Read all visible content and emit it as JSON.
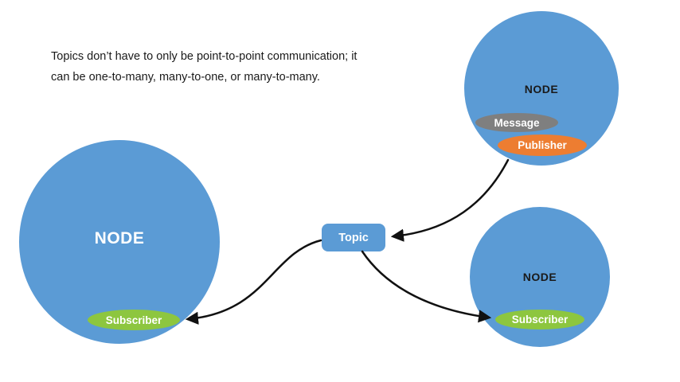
{
  "caption": {
    "line1": "Topics don’t have to only be point-to-point communication; it",
    "line2": "can be one-to-many, many-to-one, or many-to-many."
  },
  "topic": {
    "label": "Topic"
  },
  "nodes": {
    "left": {
      "label": "NODE",
      "subscriber_label": "Subscriber"
    },
    "top_right": {
      "label": "NODE",
      "message_label": "Message",
      "publisher_label": "Publisher"
    },
    "bottom_right": {
      "label": "NODE",
      "subscriber_label": "Subscriber"
    }
  },
  "colors": {
    "node_fill": "#5b9bd5",
    "topic_fill": "#5b9bd5",
    "subscriber_fill": "#8dc63f",
    "publisher_fill": "#ed7d31",
    "message_fill": "#7f7f7f",
    "arrow": "#111111",
    "node_label_light": "#ffffff",
    "node_label_dark": "#1a1a1a"
  }
}
